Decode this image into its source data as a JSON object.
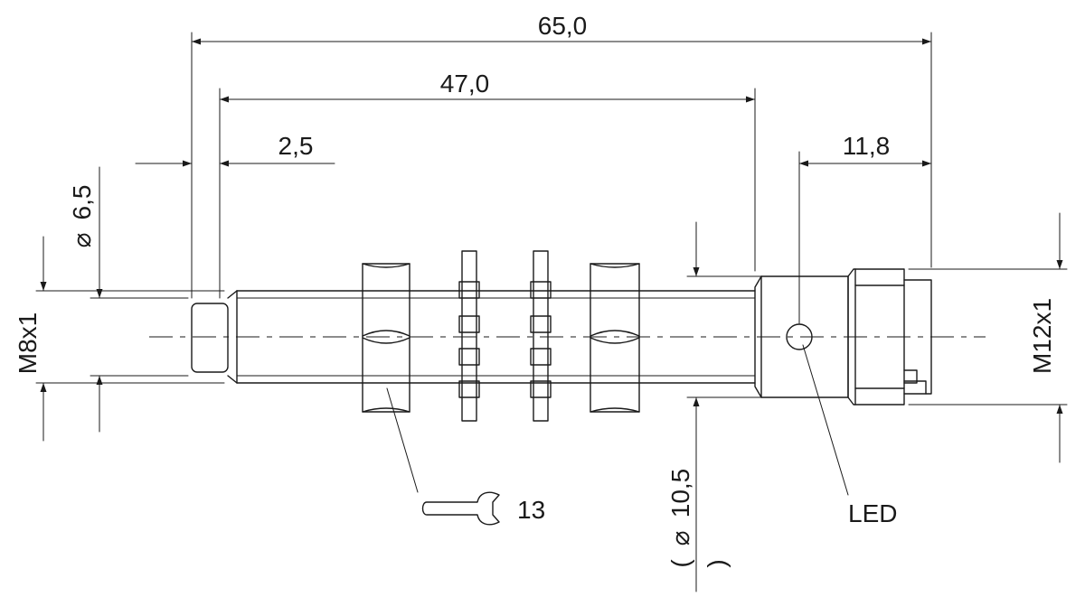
{
  "dimensions": {
    "overall_length": "65,0",
    "thread_length": "47,0",
    "front_offset": "2,5",
    "connector_length": "11,8",
    "sensor_face_diameter": "6,5",
    "thread_m8": "M8x1",
    "flange_diameter": "10,5",
    "thread_m12": "M12x1",
    "diameter_symbol": "⌀",
    "paren_open": "(",
    "paren_close": ")"
  },
  "annotations": {
    "wrench_size": "13",
    "led_label": "LED"
  },
  "icons": {
    "wrench": "wrench-icon",
    "led": "led-indicator"
  }
}
